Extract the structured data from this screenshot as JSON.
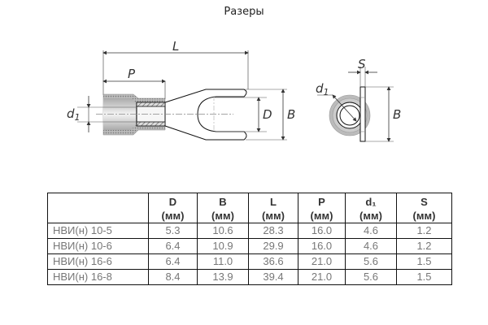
{
  "title": "Разеры",
  "drawing": {
    "side_view_labels": {
      "L": "L",
      "P": "P",
      "d1": "d",
      "d1_sub": "1",
      "D": "D",
      "B": "B"
    },
    "end_view_labels": {
      "S": "S",
      "d1": "d",
      "d1_sub": "1",
      "B": "B"
    }
  },
  "table": {
    "headers": [
      {
        "symbol": "",
        "unit": ""
      },
      {
        "symbol": "D",
        "unit": "(мм)"
      },
      {
        "symbol": "B",
        "unit": "(мм)"
      },
      {
        "symbol": "L",
        "unit": "(мм)"
      },
      {
        "symbol": "P",
        "unit": "(мм)"
      },
      {
        "symbol": "d₁",
        "unit": "(мм)"
      },
      {
        "symbol": "S",
        "unit": "(мм)"
      }
    ],
    "rows": [
      [
        "НВИ(н) 10-5",
        "5.3",
        "10.6",
        "28.3",
        "16.0",
        "4.6",
        "1.2"
      ],
      [
        "НВИ(н) 10-6",
        "6.4",
        "10.9",
        "29.9",
        "16.0",
        "4.6",
        "1.2"
      ],
      [
        "НВИ(н) 16-6",
        "6.4",
        "11.0",
        "36.6",
        "21.0",
        "5.6",
        "1.5"
      ],
      [
        "НВИ(н) 16-8",
        "8.4",
        "13.9",
        "39.4",
        "21.0",
        "5.6",
        "1.5"
      ]
    ]
  }
}
